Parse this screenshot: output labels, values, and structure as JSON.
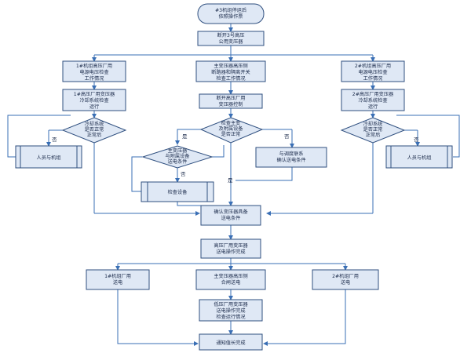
{
  "nodes": {
    "start": [
      "#3机组停运后",
      "依照操作票"
    ],
    "n1": [
      "断开3号高压",
      "公用变压器"
    ],
    "l1": [
      "1#机组高压厂用",
      "电源电压检查",
      "工作情况"
    ],
    "c1": [
      "主变压器高压侧",
      "断路器和隔离开关",
      "检查工作情况"
    ],
    "r1": [
      "2#机组高压厂用",
      "电源电压检查",
      "工作情况"
    ],
    "l2": [
      "1#高压厂用变压器",
      "冷却系统检查",
      "运行"
    ],
    "c2": [
      "断开高压厂用",
      "变压器控制"
    ],
    "r2": [
      "2#高压厂用变压器",
      "冷却系统检查",
      "运行"
    ],
    "dl": [
      "冷却系统",
      "是否正常",
      "正常后"
    ],
    "dc": [
      "检查主变",
      "及附属设备",
      "是否正常"
    ],
    "dr": [
      "冷却系统",
      "是否正常",
      "正常后"
    ],
    "ll": [
      "人员与机组"
    ],
    "dcl": [
      "主变压器",
      "与附属设备",
      "送电条件"
    ],
    "cr": [
      "与调度联系",
      "确认送电条件"
    ],
    "rr": [
      "人员与机组"
    ],
    "chk": [
      "检查设备"
    ],
    "m1": [
      "确认变压器具备",
      "送电条件"
    ],
    "m2": [
      "高压厂用变压器",
      "送电操作完成"
    ],
    "b1": [
      "1#机组厂用",
      "送电"
    ],
    "b2": [
      "主变压器高压侧",
      "合闸送电"
    ],
    "b3": [
      "2#机组厂用",
      "送电"
    ],
    "m3": [
      "低压厂用变压器",
      "送电操作完成",
      "检查运行情况"
    ],
    "end": [
      "通知值长完成"
    ]
  },
  "edge_labels": {
    "yes_left": "否",
    "yes_right": "否",
    "center_yes": "是",
    "center_no": "否",
    "center_yes2": "是",
    "center_no2": "否"
  }
}
